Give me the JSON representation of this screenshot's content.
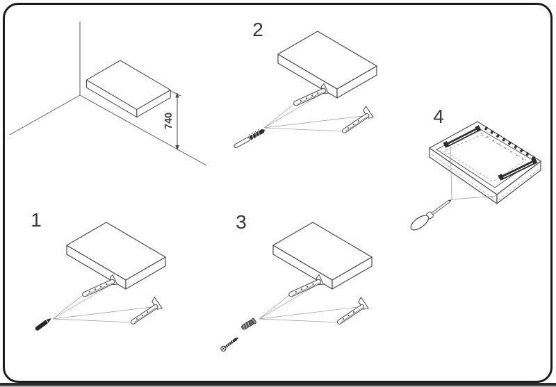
{
  "sheet": {
    "background_color": "#ffffff",
    "border_color": "#1c1c1c",
    "line_color": "#4a4a4a",
    "bottom_edge_color": "#2b2b2b"
  },
  "overview": {
    "height_dimension": "740",
    "depicts": [
      "room-corner",
      "shelf",
      "dimension-line"
    ]
  },
  "steps": [
    {
      "number": "1",
      "depicts": [
        "shelf",
        "concealed-bracket",
        "wall-bracket",
        "pencil"
      ]
    },
    {
      "number": "2",
      "depicts": [
        "shelf",
        "concealed-bracket",
        "wall-bracket",
        "drill-bit"
      ]
    },
    {
      "number": "3",
      "depicts": [
        "shelf",
        "concealed-bracket",
        "wall-bracket",
        "wall-plug",
        "screw"
      ]
    },
    {
      "number": "4",
      "depicts": [
        "shelf-underside",
        "mounting-rails",
        "screwdriver"
      ]
    }
  ]
}
